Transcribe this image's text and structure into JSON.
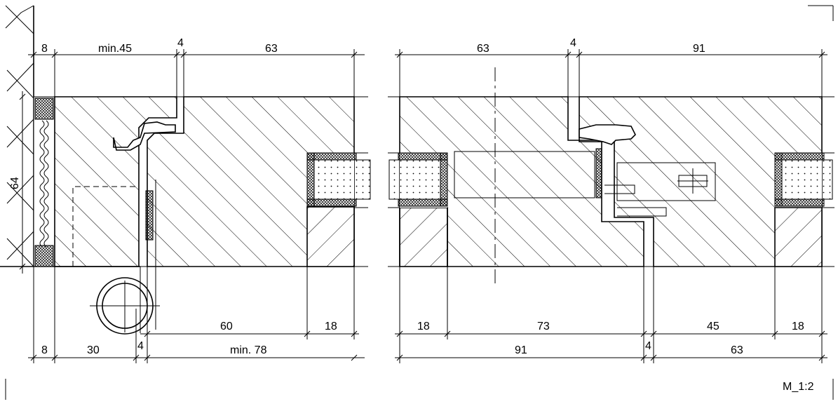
{
  "scale_label": "M_1:2",
  "left_detail": {
    "top_dims": [
      "8",
      "min.45",
      "4",
      "63"
    ],
    "side_dim": "64",
    "bottom_dims_upper": [
      "60",
      "18"
    ],
    "bottom_dims_lower": [
      "8",
      "30",
      "4",
      "min. 78"
    ]
  },
  "right_detail": {
    "top_dims": [
      "63",
      "4",
      "91"
    ],
    "bottom_dims_upper": [
      "18",
      "73",
      "45",
      "18"
    ],
    "bottom_dims_lower": [
      "91",
      "4",
      "63"
    ]
  },
  "colors": {
    "line": "#000000",
    "background": "#ffffff"
  }
}
